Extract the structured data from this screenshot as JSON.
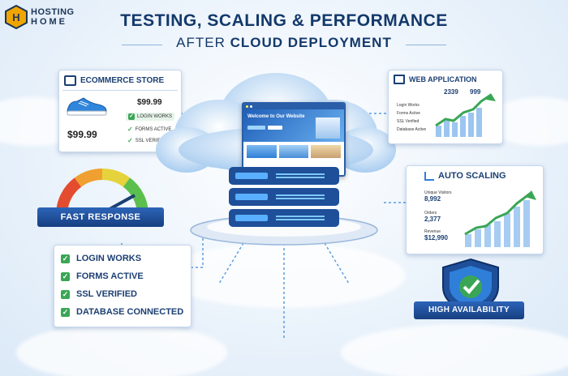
{
  "brand": {
    "line1": "HOSTING",
    "line2": "HOME"
  },
  "header": {
    "title": "TESTING, SCALING & PERFORMANCE",
    "subtitle_pre": "AFTER",
    "subtitle_bold": "CLOUD DEPLOYMENT"
  },
  "ecommerce": {
    "title": "ECOMMERCE STORE",
    "price_top": "$99.99",
    "price_main": "$99.99",
    "checks": [
      "LOGIN WORKS",
      "FORMS ACTIVE",
      "SSL VERIFIED"
    ]
  },
  "website": {
    "heading": "Welcome to Our Website"
  },
  "webapp": {
    "title": "WEB APPLICATION",
    "stat1": "2339",
    "stat2": "999",
    "rows": [
      "Login Works",
      "Forms Active",
      "SSL Verified",
      "Database Active"
    ]
  },
  "response": {
    "label": "FAST RESPONSE"
  },
  "autoscaling": {
    "title": "AUTO SCALING",
    "metrics": [
      {
        "label": "Unique Visitors",
        "value": "8,992"
      },
      {
        "label": "Orders",
        "value": "2,377"
      },
      {
        "label": "Revenue",
        "value": "$12,990"
      }
    ]
  },
  "checklist": {
    "items": [
      "LOGIN WORKS",
      "FORMS ACTIVE",
      "SSL VERIFIED",
      "DATABASE CONNECTED"
    ]
  },
  "availability": {
    "label": "HIGH AVAILABILITY"
  },
  "colors": {
    "navy": "#13396b",
    "green": "#3aa655",
    "blue": "#2f7fd8",
    "badge": "#1f4f99"
  }
}
